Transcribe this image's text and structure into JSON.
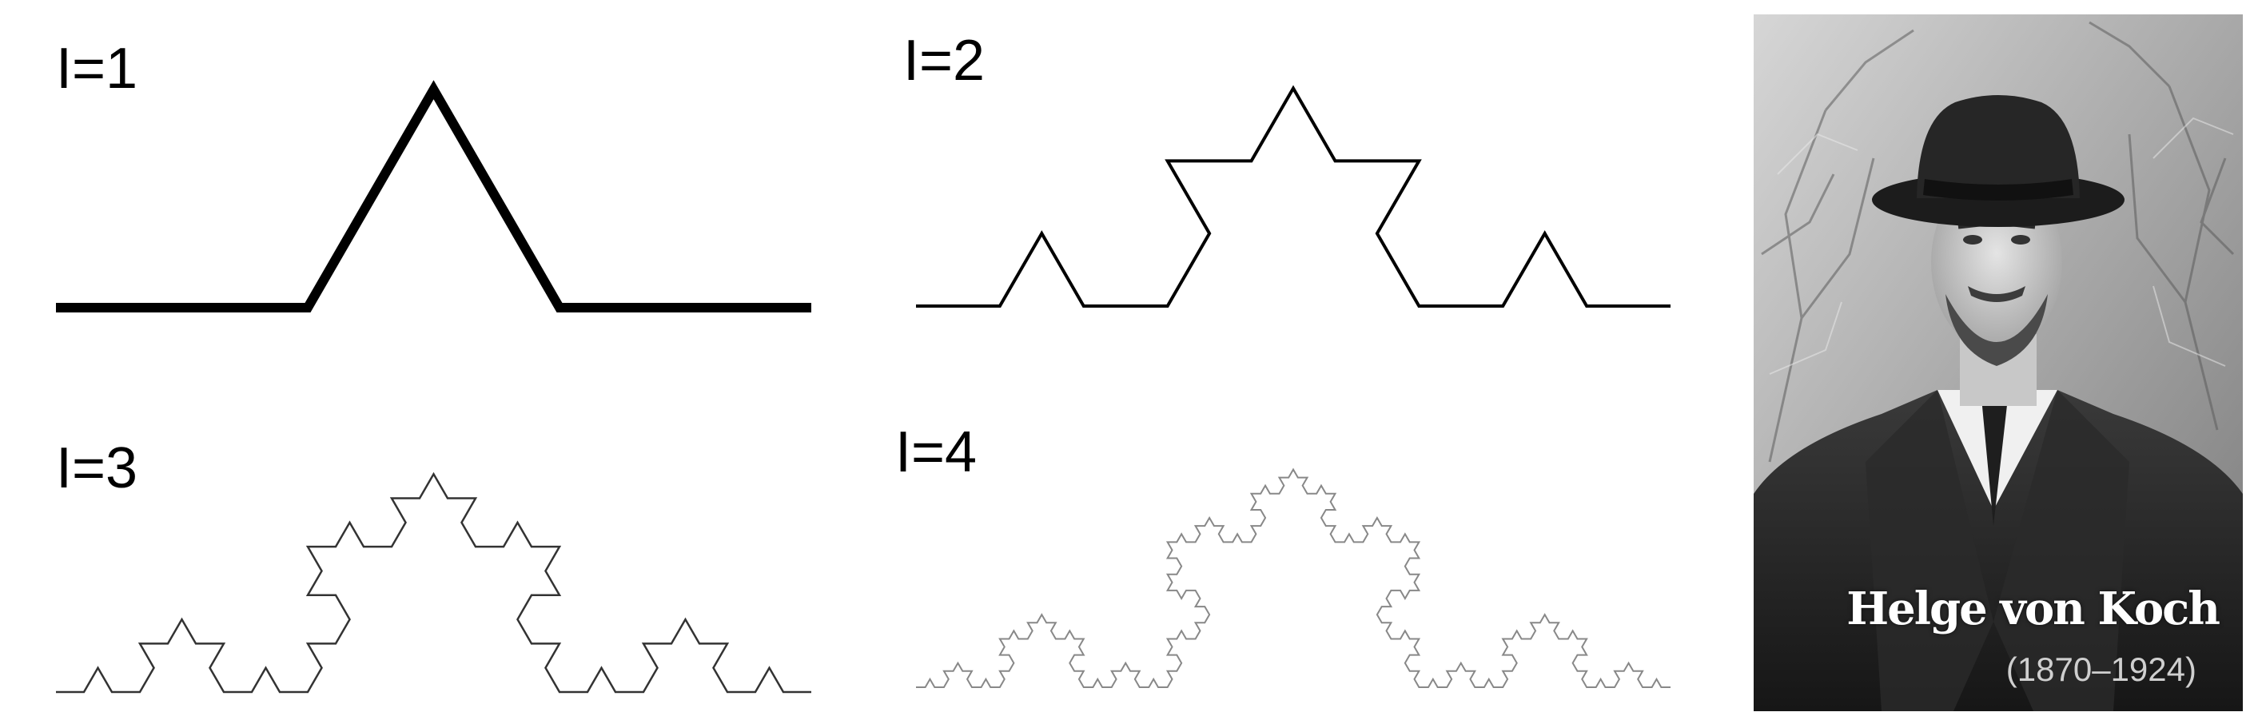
{
  "panels": [
    {
      "label": "I=1",
      "iteration": 1,
      "stroke_color": "#000000"
    },
    {
      "label": "I=2",
      "iteration": 2,
      "stroke_color": "#000000"
    },
    {
      "label": "I=3",
      "iteration": 3,
      "stroke_color": "#333333"
    },
    {
      "label": "I=4",
      "iteration": 4,
      "stroke_color": "#888888"
    }
  ],
  "photo": {
    "name": "Helge von Koch",
    "years": "(1870–1924)"
  }
}
